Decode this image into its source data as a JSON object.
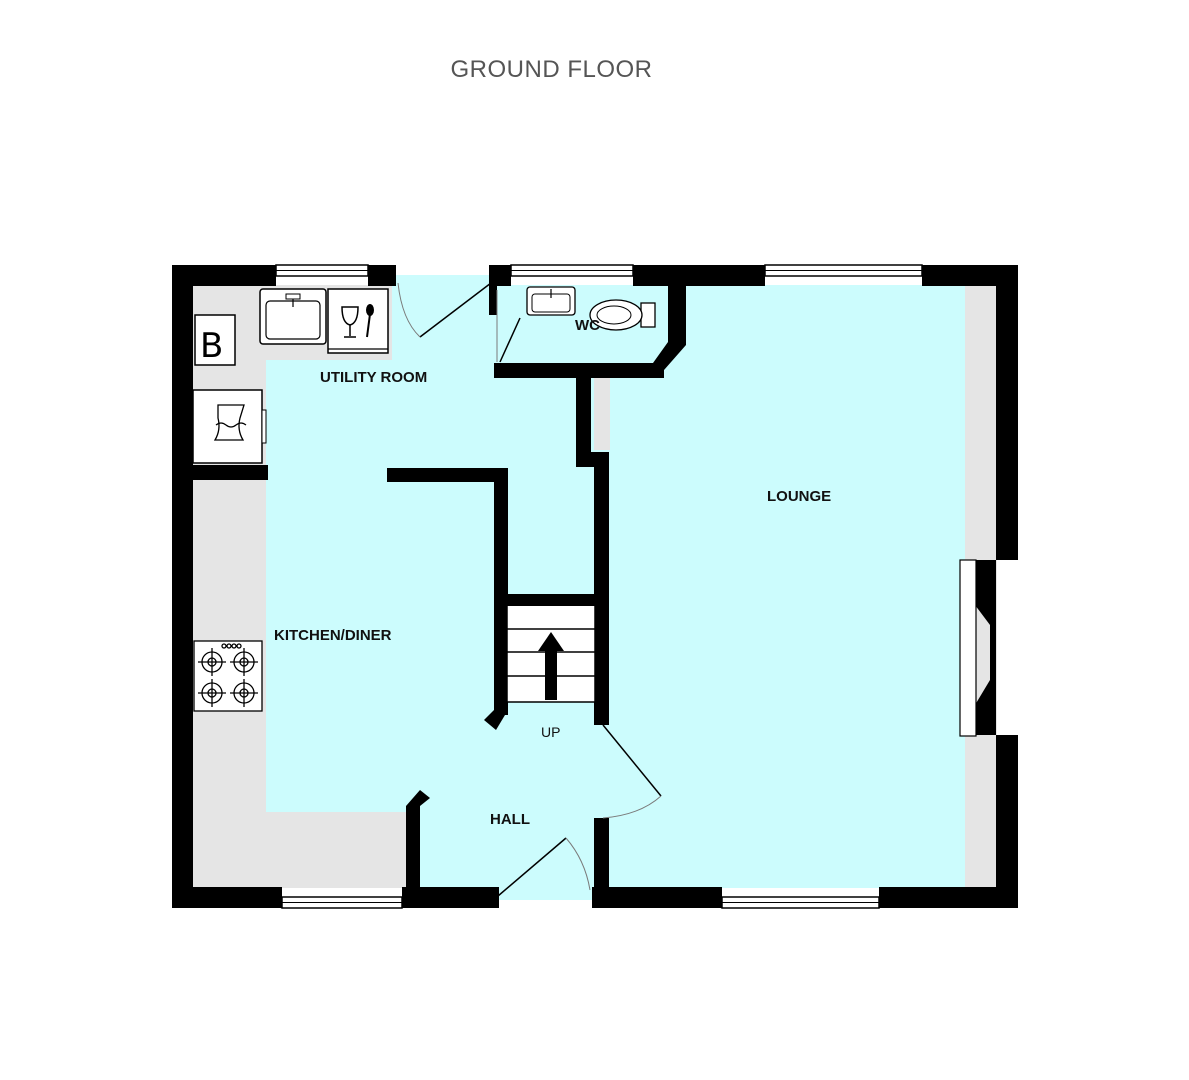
{
  "floor_title": "GROUND FLOOR",
  "rooms": {
    "utility_room": "UTILITY ROOM",
    "wc": "WC",
    "lounge": "LOUNGE",
    "kitchen_diner": "KITCHEN/DINER",
    "hall": "HALL"
  },
  "stairs_label": "UP",
  "boiler_label": "B",
  "colors": {
    "floor": "#ccfcfd",
    "worktop": "#e5e5e5",
    "wall": "#000000",
    "title": "#555555"
  },
  "icons": [
    "sink-icon",
    "dishwasher-icon",
    "washing-machine-icon",
    "hob-icon",
    "toilet-icon",
    "boiler-icon",
    "stairs-arrow-icon",
    "fireplace-icon"
  ]
}
